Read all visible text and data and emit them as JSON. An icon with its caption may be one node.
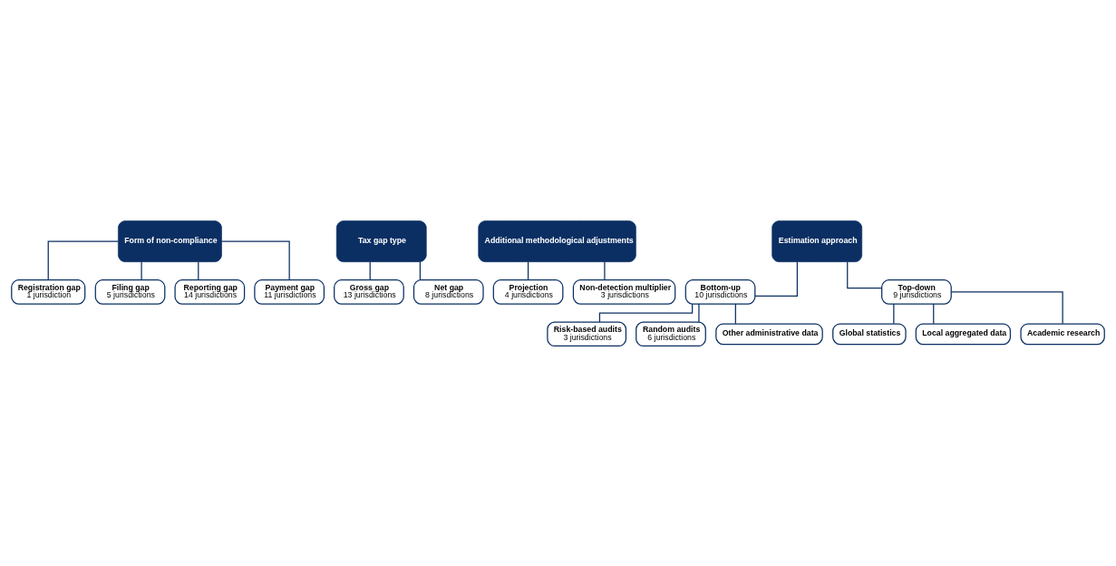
{
  "diagram": {
    "nodes": [
      {
        "text": [
          "Form of non-compliance"
        ]
      },
      {
        "text": [
          "Registration gap",
          "1 jurisdiction"
        ]
      },
      {
        "text": [
          "Filing gap",
          "5 jurisdictions"
        ]
      },
      {
        "text": [
          "Reporting gap",
          "14 jurisdictions"
        ]
      },
      {
        "text": [
          "Payment gap",
          "11 jurisdictions"
        ]
      },
      {
        "text": [
          "Tax gap type"
        ]
      },
      {
        "text": [
          "Gross gap",
          "13 jurisdictions"
        ]
      },
      {
        "text": [
          "Net gap",
          "8 jurisdictions"
        ]
      },
      {
        "text": [
          "Additional methodological adjustments"
        ]
      },
      {
        "text": [
          "Projection",
          "4 jurisdictions"
        ]
      },
      {
        "text": [
          "Non-detection multiplier",
          "3 jurisdictions"
        ]
      },
      {
        "text": [
          "Estimation approach"
        ]
      },
      {
        "text": [
          "Bottom-up",
          "10 jurisdictions"
        ]
      },
      {
        "text": [
          "Top-down",
          "9 jurisdictions"
        ]
      },
      {
        "text": [
          "Risk-based audits",
          "3 jurisdictions"
        ]
      },
      {
        "text": [
          "Random audits",
          "6 jurisdictions"
        ]
      },
      {
        "text": [
          "Other administrative data"
        ]
      },
      {
        "text": [
          "Global statistics"
        ]
      },
      {
        "text": [
          "Local aggregated data"
        ]
      },
      {
        "text": [
          "Academic research"
        ]
      }
    ],
    "edges": [
      {
        "from": 0,
        "to": 1,
        "arrow": "none"
      },
      {
        "from": 0,
        "to": 2,
        "arrow": "none"
      },
      {
        "from": 0,
        "to": 3,
        "arrow": "none"
      },
      {
        "from": 0,
        "to": 4,
        "arrow": "none"
      },
      {
        "from": 5,
        "to": 6,
        "arrow": "none"
      },
      {
        "from": 5,
        "to": 7,
        "arrow": "none"
      },
      {
        "from": 8,
        "to": 9,
        "arrow": "none"
      },
      {
        "from": 8,
        "to": 10,
        "arrow": "none"
      },
      {
        "from": 11,
        "to": 12,
        "arrow": "none"
      },
      {
        "from": 11,
        "to": 13,
        "arrow": "none"
      },
      {
        "from": 12,
        "to": 14,
        "arrow": "none"
      },
      {
        "from": 12,
        "to": 15,
        "arrow": "none"
      },
      {
        "from": 12,
        "to": 16,
        "arrow": "none"
      },
      {
        "from": 13,
        "to": 17,
        "arrow": "none"
      },
      {
        "from": 13,
        "to": 18,
        "arrow": "none"
      },
      {
        "from": 13,
        "to": 19,
        "arrow": "none"
      }
    ]
  }
}
